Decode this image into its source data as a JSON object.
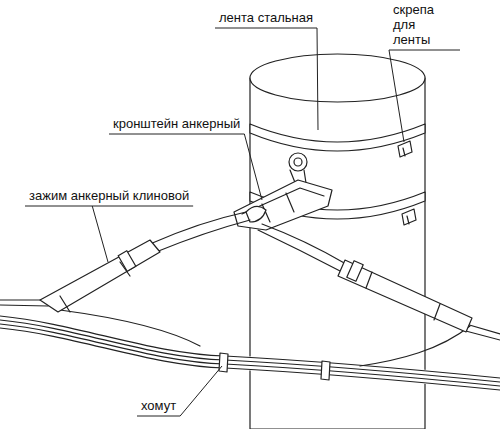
{
  "diagram": {
    "labels": [
      "лента стальная",
      "скрепа для ленты",
      "кронштейн анкерный",
      "зажим анкерный клиновой",
      "хомут"
    ]
  }
}
